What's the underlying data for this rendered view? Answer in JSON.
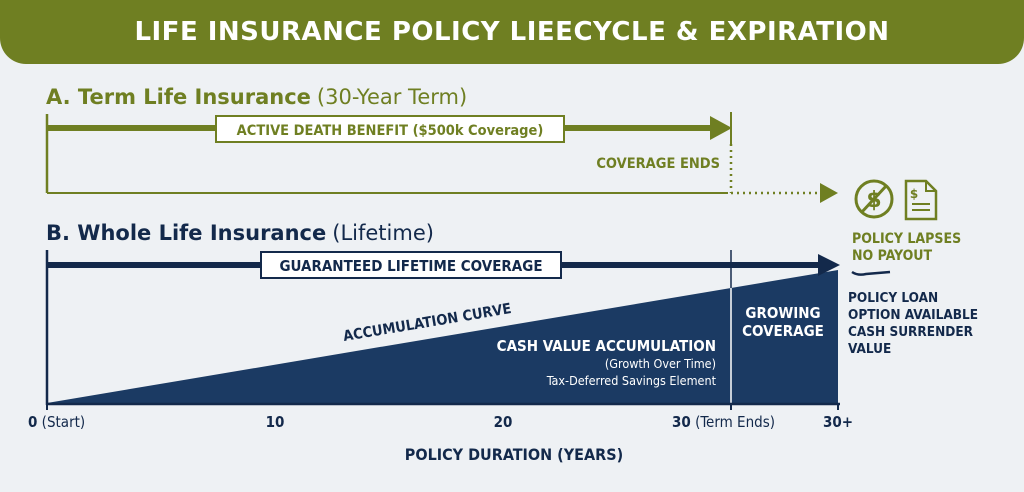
{
  "banner": {
    "title": "LIFE INSURANCE POLICY LIEECYCLE & EXPIRATION"
  },
  "colors": {
    "olive": "#6f7f22",
    "navy": "#13294b",
    "navy_fill": "#1b3a63",
    "background": "#eef1f4"
  },
  "term_section": {
    "title_bold": "A. Term Life Insurance",
    "title_rest": "(30-Year Term)",
    "benefit_label": "ACTIVE DEATH BENEFIT ($500k Coverage)",
    "coverage_ends": "COVERAGE ENDS",
    "lapse_line1": "POLICY LAPSES",
    "lapse_line2": "NO PAYOUT",
    "icons": [
      "no-dollar-icon",
      "document-dollar-icon"
    ]
  },
  "whole_section": {
    "title_bold": "B. Whole Life Insurance",
    "title_rest": "(Lifetime)",
    "guaranteed_label": "GUARANTEED LIFETIME COVERAGE",
    "curve_label": "ACCUMULATION CURVE",
    "cash_title": "CASH VALUE ACCUMULATION",
    "cash_sub1": "(Growth Over Time)",
    "cash_sub2": "Tax-Deferred Savings Element",
    "growing_line1": "GROWING",
    "growing_line2": "COVERAGE",
    "side_notes": [
      "POLICY LOAN",
      "OPTION AVAILABLE",
      "CASH SURRENDER",
      "VALUE"
    ]
  },
  "axis": {
    "ticks": [
      {
        "bold": "0",
        "rest": " (Start)"
      },
      {
        "bold": "10",
        "rest": ""
      },
      {
        "bold": "20",
        "rest": ""
      },
      {
        "bold": "30",
        "rest": " (Term Ends)"
      },
      {
        "bold": "30+",
        "rest": ""
      }
    ],
    "title": "POLICY DURATION (YEARS)"
  }
}
